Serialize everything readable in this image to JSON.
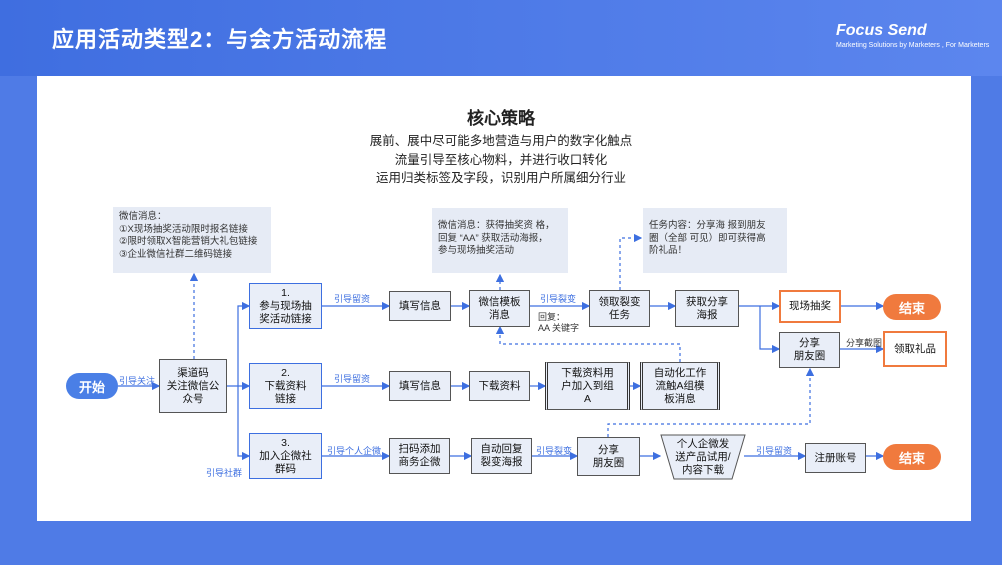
{
  "header": {
    "title": "应用活动类型2：与会方活动流程",
    "brand": "Focus Send",
    "tagline": "Marketing Solutions by Marketers , For Marketers"
  },
  "strategy": {
    "title": "核心策略",
    "lines": [
      "展前、展中尽可能多地营造与用户的数字化触点",
      "流量引导至核心物料，并进行收口转化",
      "运用归类标签及字段，识别用户所属细分行业"
    ]
  },
  "notes": {
    "wechat_msg_1": [
      "微信消息：",
      "①X现场抽奖活动限时报名链接",
      "②限时领取X智能营销大礼包链接",
      "③企业微信社群二维码链接"
    ],
    "wechat_msg_2": [
      "微信消息：获得抽奖资 格，",
      "回复 “AA” 获取活动海报，",
      "参与现场抽奖活动"
    ],
    "task_content": [
      "任务内容：分享海 报到朋友",
      "圈（全部 可见）即可获得高",
      "阶礼品！"
    ]
  },
  "nodes": {
    "start": "开始",
    "channel_code": [
      "渠道码",
      "关注微信公",
      "众号"
    ],
    "branch1": [
      "1.",
      "参与现场抽",
      "奖活动链接"
    ],
    "branch2": [
      "2.",
      "下载资料",
      "链接"
    ],
    "branch3": [
      "3.",
      "加入企微社",
      "群码"
    ],
    "fill_info_1": "填写信息",
    "wechat_template": [
      "微信模板",
      "消息"
    ],
    "fission_task": [
      "领取裂变",
      "任务"
    ],
    "get_poster": [
      "获取分享",
      "海报"
    ],
    "onsite_lottery": "现场抽奖",
    "end_1": "结束",
    "share_moments_1": [
      "分享",
      "朋友圈"
    ],
    "claim_gift": "领取礼品",
    "fill_info_2": "填写信息",
    "download_material": "下载资料",
    "join_group_a": [
      "下载资料用",
      "户加入到组",
      "A"
    ],
    "automation": [
      "自动化工作",
      "流触A组模",
      "板消息"
    ],
    "scan_add_wecom": [
      "扫码添加",
      "商务企微"
    ],
    "auto_reply": [
      "自动回复",
      "裂变海报"
    ],
    "share_moments_2": [
      "分享",
      "朋友圈"
    ],
    "personal_wecom": [
      "个人企微发",
      "送产品试用/",
      "内容下载"
    ],
    "register": "注册账号",
    "end_2": "结束"
  },
  "labels": {
    "guide_follow": "引导关注",
    "guide_info_1": "引导留资",
    "guide_info_2": "引导留资",
    "guide_personal_wecom": "引导个人企微",
    "guide_community": "引导社群",
    "guide_fission_1": "引导裂变",
    "guide_fission_2": "引导裂变",
    "guide_info_3": "引导留资",
    "reply_keyword": [
      "回复：",
      "AA 关键字"
    ],
    "share_screenshot": "分享截图"
  },
  "colors": {
    "header": "#4f7be6",
    "accent_blue": "#3d6fe0",
    "accent_orange": "#f07a3e",
    "box_fill": "#e9eef8"
  }
}
